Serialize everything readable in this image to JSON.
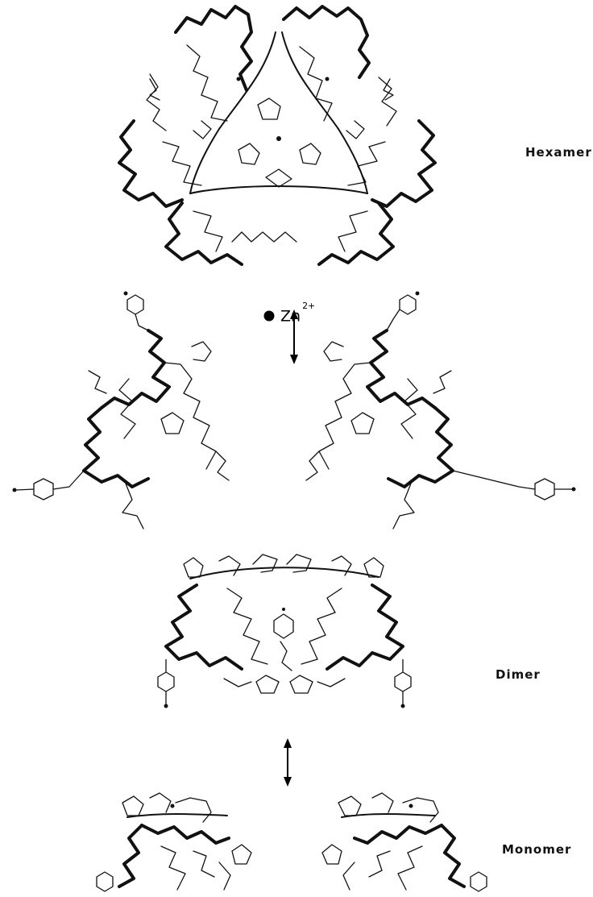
{
  "labels": {
    "hexamer": "Hexamer",
    "dimer": "Dimer",
    "monomer": "Monomer"
  },
  "zinc": {
    "symbol": "Zn",
    "charge": "2+"
  }
}
